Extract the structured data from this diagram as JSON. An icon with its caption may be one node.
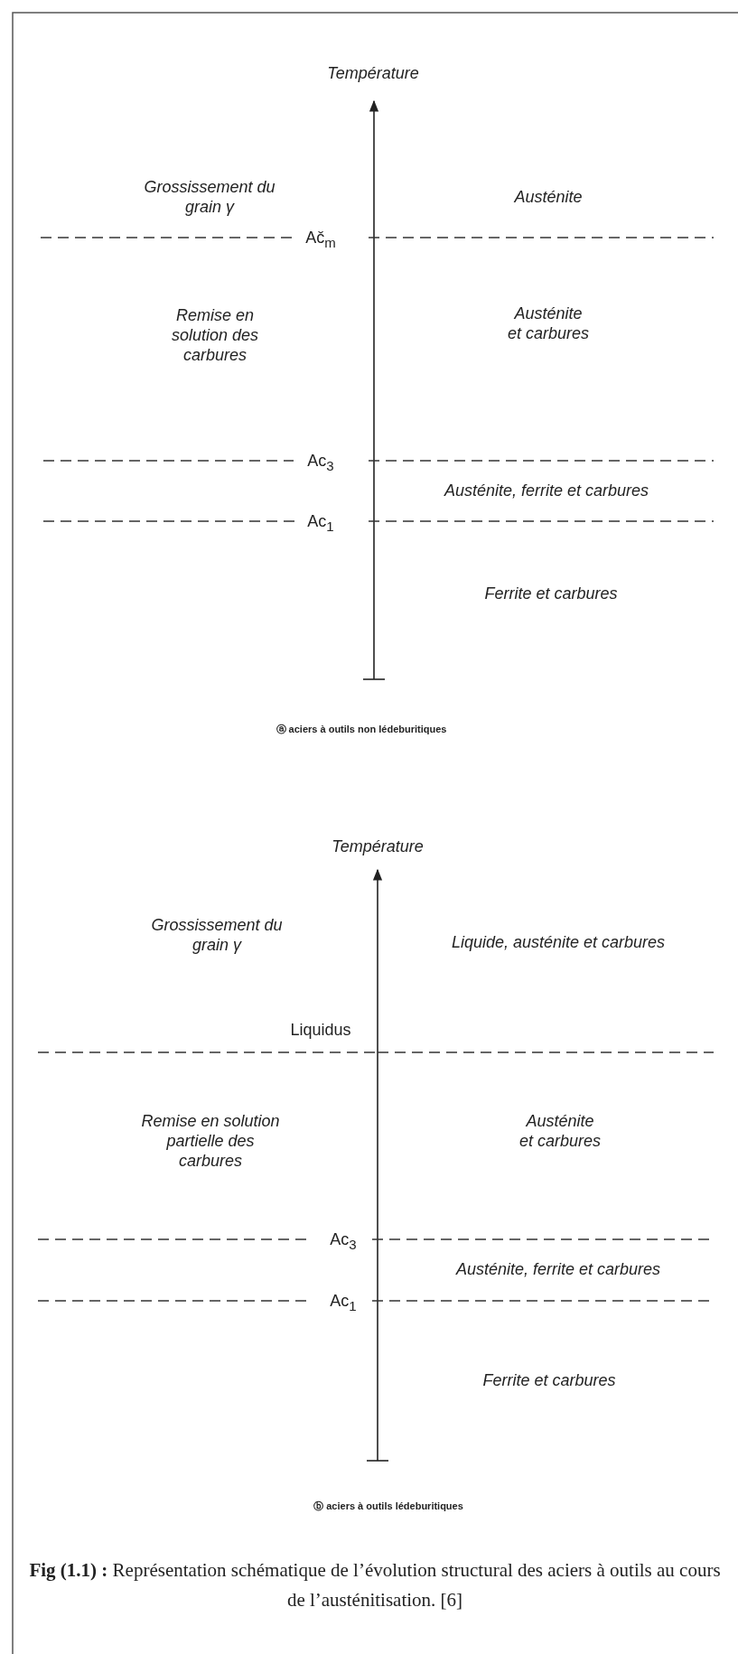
{
  "diagram": {
    "caption": "**Fig (1.1) :** Représentation schématique de l’évolution structural des aciers à outils au cours de l’austénitisation. [6]",
    "labels": [
      "Température",
      "Grossissement du grain γ",
      "Austénite",
      "Ač$_{m}$",
      "Remise en solution des carbures",
      "Austénite et carbures",
      "Ac$_{3}$",
      "Austénite, ferrite et carbures",
      "Ac$_{1}$",
      "Ferrite et carbures",
      "ⓐ aciers à outils non lédeburitiques",
      "Température",
      "Grossissement du grain γ",
      "Liquide, austénite et carbures",
      "Liquidus",
      "Remise en solution partielle des carbures",
      "Austénite et carbures",
      "Ac$_{3}$",
      "Austénite, ferrite et carbures",
      "Ac$_{1}$",
      "Ferrite et carbures",
      "ⓑ aciers à outils lédeburitiques"
    ]
  }
}
